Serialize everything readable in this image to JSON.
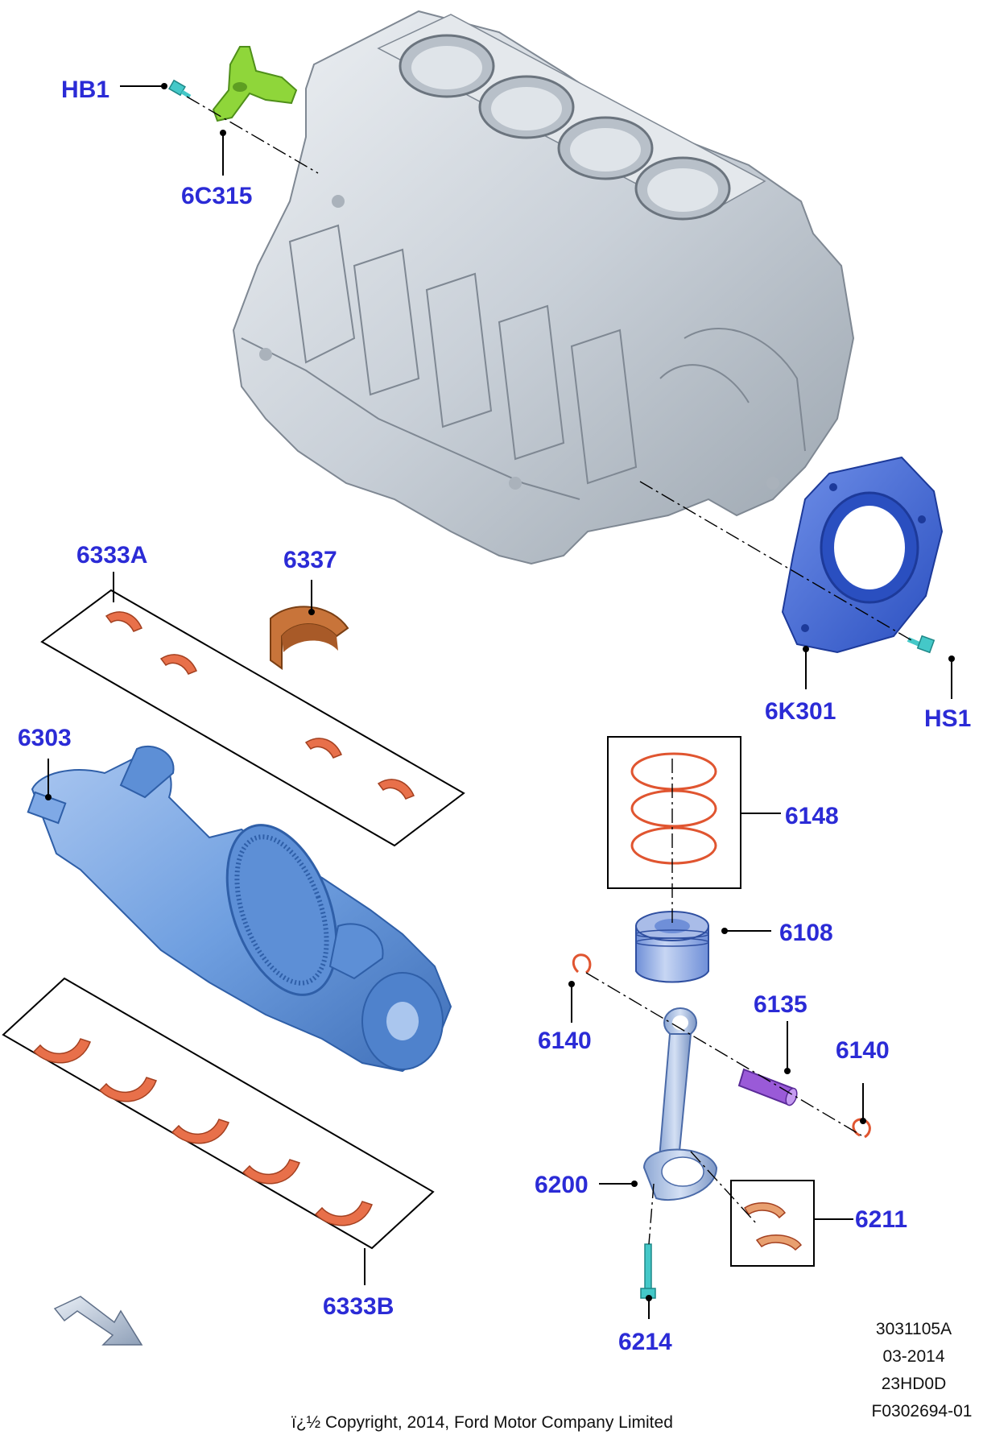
{
  "callouts": {
    "hb1": "HB1",
    "c6c315": "6C315",
    "c6333a": "6333A",
    "c6337": "6337",
    "c6k301": "6K301",
    "hs1": "HS1",
    "c6303": "6303",
    "c6148": "6148",
    "c6108": "6108",
    "c6135": "6135",
    "c6140_left": "6140",
    "c6140_right": "6140",
    "c6200": "6200",
    "c6211": "6211",
    "c6214": "6214",
    "c6333b": "6333B"
  },
  "info_block": [
    "3031105A",
    "03-2014",
    "23HD0D",
    "F0302694-01"
  ],
  "copyright": "ï¿½ Copyright, 2014, Ford Motor Company Limited",
  "colors": {
    "callout_text": "#2b2bd6",
    "engine_block": "#c9d0d8",
    "crankshaft": "#6f9fe0",
    "rear_seal_cover": "#3d63d6",
    "bearings": "#e8704a",
    "thrust_bearing": "#c8743a",
    "bracket": "#8fd63a",
    "bolts": "#44c8c8",
    "piston_pin": "#9a5ad8",
    "piston_rings": "#e05530"
  },
  "icons": {
    "direction_arrow": "direction-arrow-icon"
  }
}
